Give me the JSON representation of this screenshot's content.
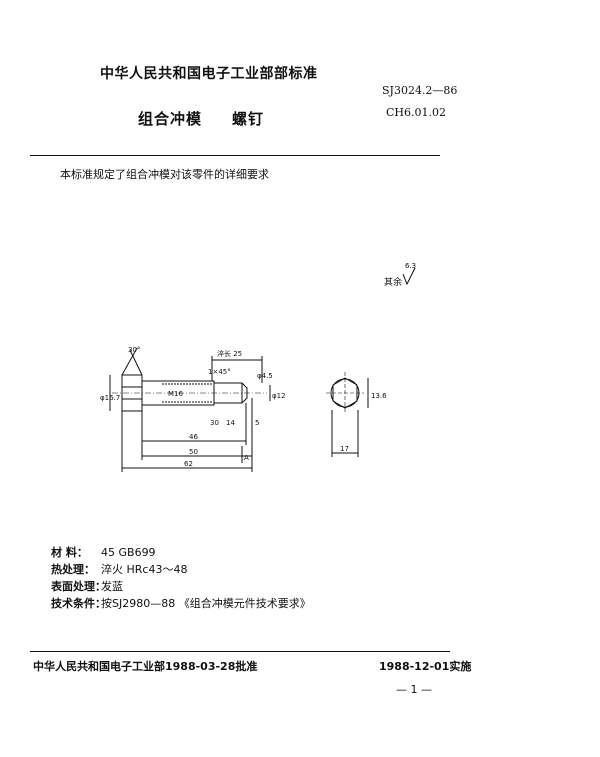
{
  "header": {
    "organization": "中华人民共和国电子工业部部标准",
    "standard_number": "SJ3024.2—86",
    "part_title_1": "组合冲模",
    "part_title_2": "螺钉",
    "classification_code": "CH6.01.02"
  },
  "intro": {
    "text": "本标准规定了组合冲模对该零件的详细要求"
  },
  "roughness": {
    "prefix": "其余",
    "value": "6.3"
  },
  "drawing": {
    "dims": {
      "angle": "30°",
      "thread_len": "淬长 25",
      "chamfer": "1×45°",
      "ang_dia": "φ4.5",
      "head_dia": "φ16.7",
      "thread": "M16",
      "d2": "φ12",
      "r30": "30",
      "d14": "14",
      "d5": "5",
      "l46": "46",
      "l50": "50",
      "l62": "62",
      "sect_a": "A",
      "w13": "13.6",
      "w17": "17"
    }
  },
  "specs": [
    {
      "label": "材 料：",
      "value": "45  GB699"
    },
    {
      "label": "热处理：",
      "value": "淬火  HRc43～48"
    },
    {
      "label": "表面处理：",
      "value": "发蓝"
    },
    {
      "label": "技术条件：",
      "value": "按SJ2980—88 《组合冲模元件技术要求》"
    }
  ],
  "footer": {
    "approval": "中华人民共和国电子工业部1988-03-28批准",
    "effective": "1988-12-01实施",
    "page_number": "— 1 —"
  }
}
